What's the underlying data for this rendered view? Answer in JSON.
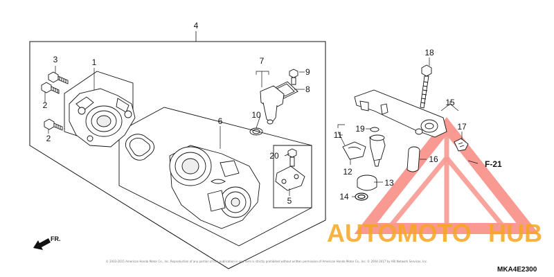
{
  "diagram": {
    "callouts": [
      {
        "id": "c1",
        "text": "1"
      },
      {
        "id": "c2a",
        "text": "2"
      },
      {
        "id": "c2b",
        "text": "2"
      },
      {
        "id": "c3",
        "text": "3"
      },
      {
        "id": "c4",
        "text": "4"
      },
      {
        "id": "c5",
        "text": "5"
      },
      {
        "id": "c6",
        "text": "6"
      },
      {
        "id": "c7",
        "text": "7"
      },
      {
        "id": "c8",
        "text": "8"
      },
      {
        "id": "c9",
        "text": "9"
      },
      {
        "id": "c10",
        "text": "10"
      },
      {
        "id": "c11",
        "text": "11"
      },
      {
        "id": "c12",
        "text": "12"
      },
      {
        "id": "c13",
        "text": "13"
      },
      {
        "id": "c14",
        "text": "14"
      },
      {
        "id": "c15",
        "text": "15"
      },
      {
        "id": "c16",
        "text": "16"
      },
      {
        "id": "c17",
        "text": "17"
      },
      {
        "id": "c18",
        "text": "18"
      },
      {
        "id": "c19",
        "text": "19"
      },
      {
        "id": "c20",
        "text": "20"
      }
    ],
    "section_ref": "F-21",
    "direction_label": "FR.",
    "diagram_code": "MKA4E2300",
    "copyright": "© 2003-2015 American Honda Motor Co., Inc. Reproduction of any portion of this publication in any form is strictly prohibited without written permission of American Honda Motor Co., Inc.  © 2004-2017 by ARI Network Services, Inc."
  },
  "watermark": {
    "brand_part1": "AUTOMOTO",
    "brand_part2": "HUB",
    "colors": {
      "orange": "#f5a623",
      "red": "#ee3b2f",
      "triangle": "#f4473a"
    }
  }
}
